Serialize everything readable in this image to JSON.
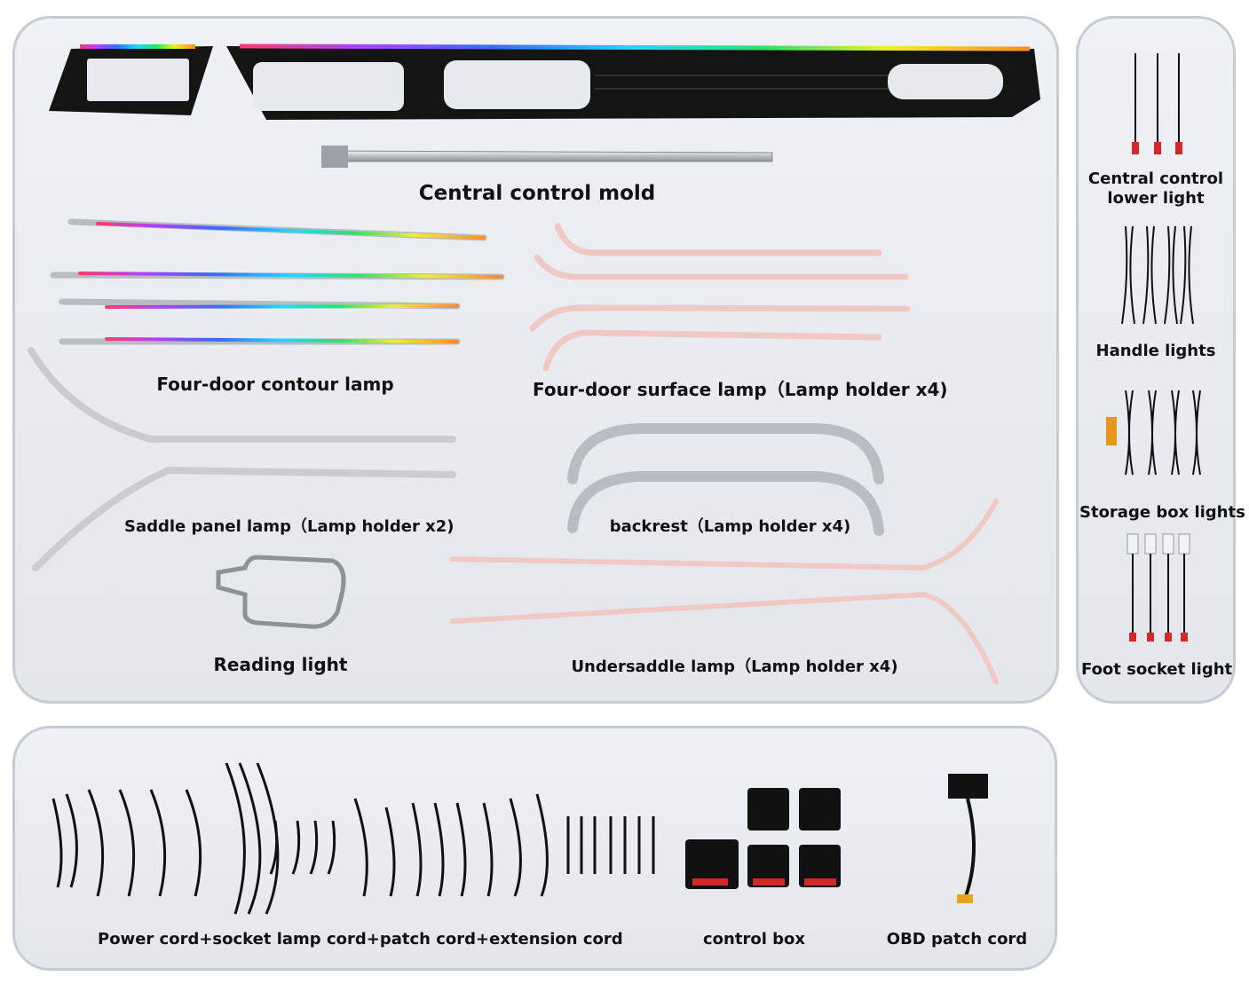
{
  "main_panel": {
    "labels": {
      "central_control_mold": "Central control mold",
      "four_door_contour_lamp": "Four-door contour lamp",
      "four_door_surface_lamp": "Four-door surface lamp（Lamp holder x4)",
      "saddle_panel_lamp": "Saddle panel lamp（Lamp holder x2)",
      "backrest": "backrest（Lamp holder x4)",
      "reading_light": "Reading light",
      "undersaddle_lamp": "Undersaddle lamp（Lamp holder x4)"
    }
  },
  "side_panel": {
    "labels": {
      "central_control_lower_light_line1": "Central control",
      "central_control_lower_light_line2": "lower light",
      "handle_lights": "Handle lights",
      "storage_box_lights": "Storage box lights",
      "foot_socket_light": "Foot socket light"
    }
  },
  "bottom_panel": {
    "labels": {
      "cords": "Power cord+socket lamp cord+patch cord+extension cord",
      "control_box": "control box",
      "obd_patch_cord": "OBD patch cord"
    }
  },
  "colors": {
    "panel_border": "#c5ccd3",
    "panel_bg": "#e8ebef",
    "lamp_pink": "#f1c9c4",
    "lamp_silver": "#c9cdd2",
    "wire_black": "#111111",
    "connector_red": "#d62828"
  }
}
